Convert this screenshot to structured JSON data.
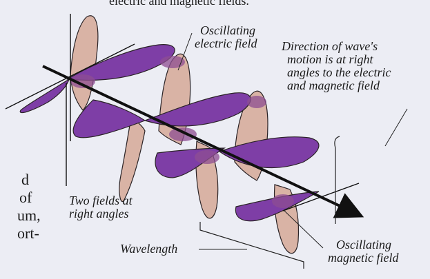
{
  "caption_top": "electric and magnetic fields.",
  "body_text": {
    "lines": [
      "d",
      "of",
      "um,",
      "ort-"
    ]
  },
  "labels": {
    "oscillating_electric": [
      "Oscillating",
      "electric field"
    ],
    "direction": [
      "Direction of wave's",
      "motion is at right",
      "angles to the electric",
      "and magnetic field"
    ],
    "two_fields": [
      "Two fields at",
      "right angles"
    ],
    "wavelength": "Wavelength",
    "oscillating_magnetic": [
      "Oscillating",
      "magnetic field"
    ]
  },
  "colors": {
    "background": "#ecedf4",
    "electric_lobe_fill": "#d9b3a5",
    "electric_lobe_stroke": "#2a2326",
    "magnetic_lobe_fill": "#7e3ea6",
    "overlap_fill": "#8e4e92",
    "axis": "#111111"
  }
}
